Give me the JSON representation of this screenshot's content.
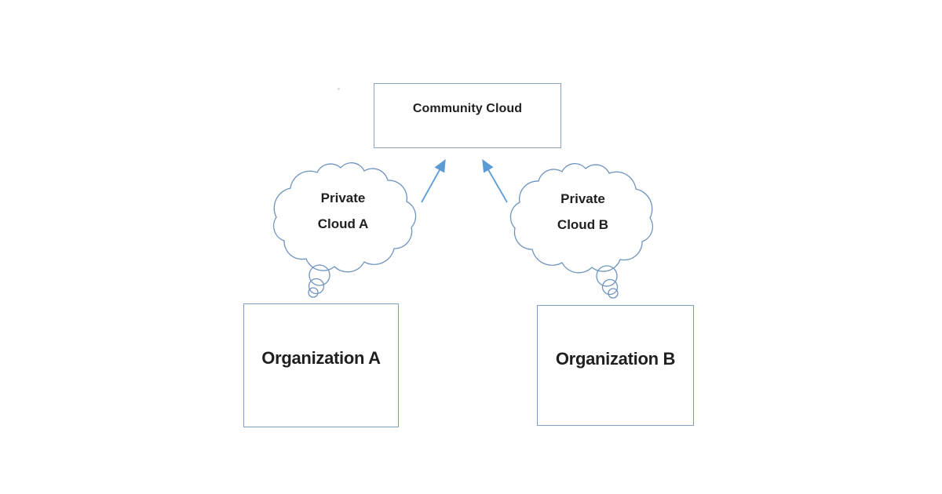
{
  "diagram": {
    "type": "community-cloud-architecture",
    "nodes": {
      "community_cloud": {
        "label": "Community Cloud",
        "shape": "rectangle"
      },
      "private_cloud_a": {
        "label_line1": "Private",
        "label_line2": "Cloud A",
        "shape": "thought-cloud"
      },
      "private_cloud_b": {
        "label_line1": "Private",
        "label_line2": "Cloud B",
        "shape": "thought-cloud"
      },
      "organization_a": {
        "label": "Organization A",
        "shape": "rectangle"
      },
      "organization_b": {
        "label": "Organization B",
        "shape": "rectangle"
      }
    },
    "edges": [
      {
        "from": "Private Cloud A",
        "to": "Community Cloud",
        "style": "arrow"
      },
      {
        "from": "Private Cloud B",
        "to": "Community Cloud",
        "style": "arrow"
      }
    ],
    "colors": {
      "community_box_border": "#87a3bd",
      "org_box_border": "#7d9fc4",
      "cloud_outline": "#6d93bf",
      "arrow": "#5b9bd5",
      "text": "#1f1f1f",
      "background": "#ffffff"
    }
  }
}
